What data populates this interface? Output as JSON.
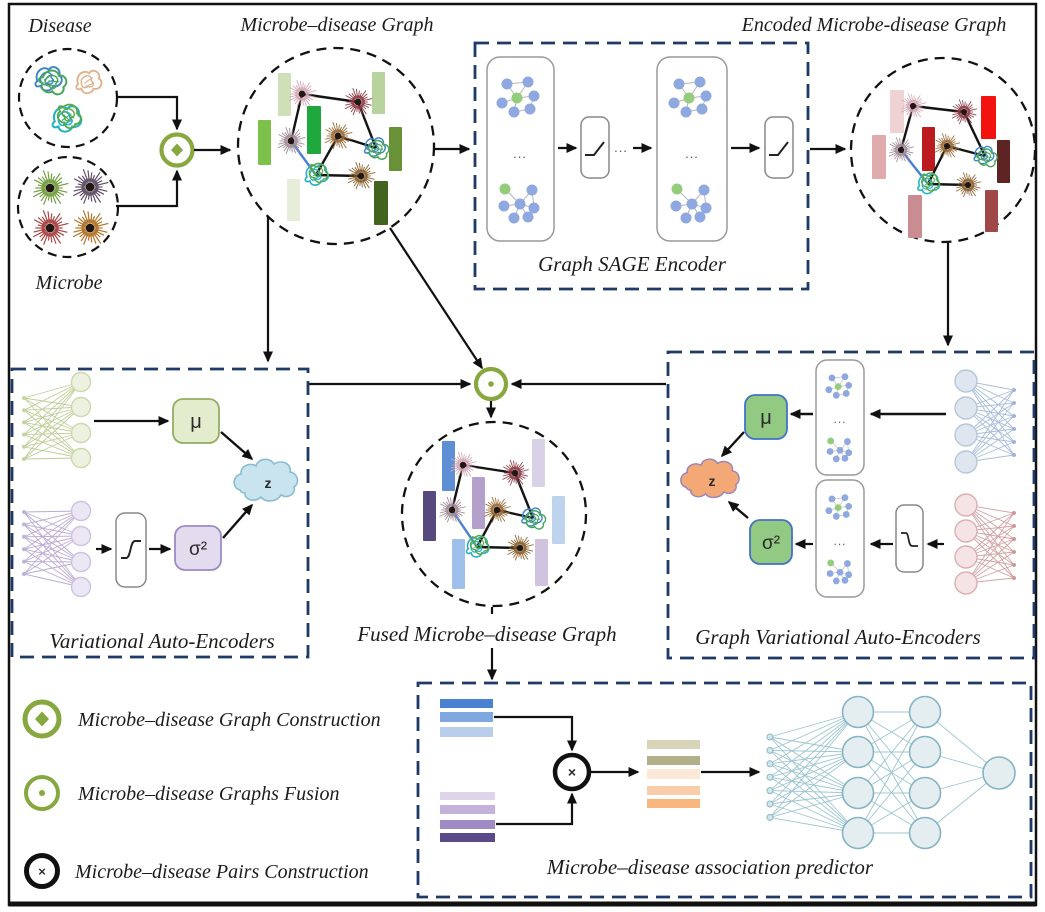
{
  "diagram": {
    "titles": {
      "disease": "Disease",
      "microbe": "Microbe",
      "md_graph": "Microbe–disease Graph",
      "encoded_graph": "Encoded Microbe-disease Graph",
      "sage": "Graph SAGE Encoder",
      "vae": "Variational Auto-Encoders",
      "fused_graph": "Fused Microbe–disease Graph",
      "gvae": "Graph Variational Auto-Encoders",
      "predictor": "Microbe–disease association predictor"
    },
    "symbols": {
      "mu": "μ",
      "sigma2": "σ²",
      "z": "z",
      "ellipsis": "...",
      "times": "×"
    },
    "legend": [
      {
        "symbol": "diamond-in-green-circle",
        "label": "Microbe–disease Graph Construction"
      },
      {
        "symbol": "dot-in-green-circle",
        "label": "Microbe–disease Graphs Fusion"
      },
      {
        "symbol": "x-in-black-circle",
        "label": "Microbe–disease Pairs Construction"
      }
    ],
    "colors": {
      "operator_green": "#86a83f",
      "box_navy": "#1f3a66",
      "edge_black": "#141414",
      "edge_blue": "#4a7fd4",
      "md_bars": [
        "#cfe0b8",
        "#7cc24a",
        "#1ea83e",
        "#b8d49c",
        "#699238",
        "#42641f",
        "#e6eed9"
      ],
      "encoded_bars": [
        "#efd2d3",
        "#f2120f",
        "#bb1a1f",
        "#dfabad",
        "#5e2323",
        "#c98c90",
        "#a04848"
      ],
      "fused_bars": [
        "#5e8fd4",
        "#57497d",
        "#b3a0cb",
        "#d9d2e7",
        "#bdd3ee",
        "#9fc0ea",
        "#cfc3e0"
      ],
      "pair_disease_bars": [
        "#4a81d2",
        "#7fa8e0",
        "#b8ceec"
      ],
      "pair_microbe_bars": [
        "#ded5eb",
        "#c3b3da",
        "#9f8bc4",
        "#5b4a88"
      ],
      "pair_fused_bars": [
        "#d8d4b8",
        "#b2b089",
        "#fbe8d6",
        "#f9cda9",
        "#f7b77f"
      ],
      "vae_mu_fill": "#e4ecce",
      "vae_sigma_fill": "#e3dcee",
      "vae_cloud_fill": "#c9e4ee",
      "gvae_mu_fill": "#92c983",
      "gvae_sigma_fill": "#92c983",
      "gvae_cloud_fill": "#f4a876",
      "sage_node_blue": "#8fa8e0",
      "sage_node_green": "#93cd7c",
      "predictor_node_fill": "#e4eef1"
    }
  }
}
